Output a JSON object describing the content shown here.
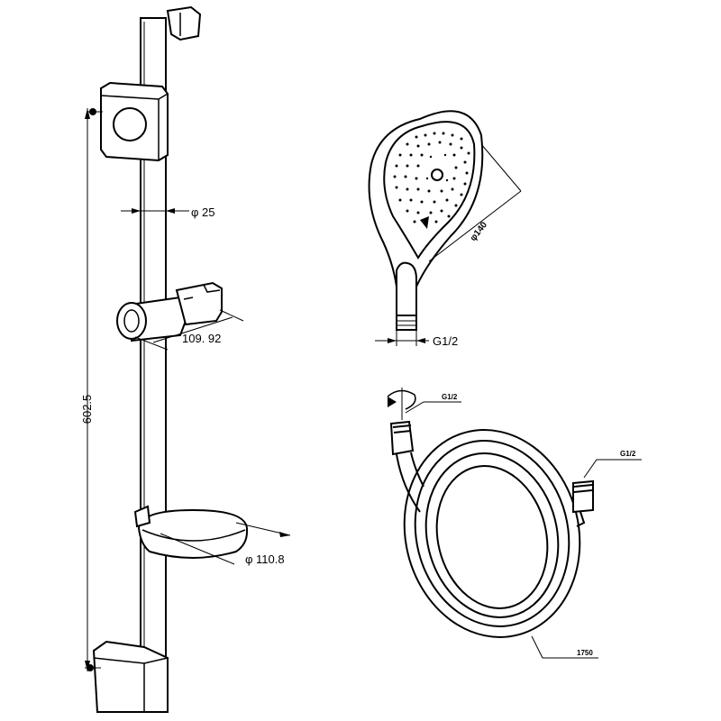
{
  "diagram": {
    "rail_set": {
      "height_label": "602.5",
      "rod_diameter_label": "φ 25",
      "holder_label": "109. 92",
      "soap_dish_label": "φ 110.8"
    },
    "hand_shower": {
      "diameter_label": "φ140",
      "thread_label": "G1/2"
    },
    "hose": {
      "thread_label_left": "G1/2",
      "thread_label_right": "G1/2",
      "length_label": "1750"
    }
  },
  "style": {
    "line_color": "#000000",
    "background": "#ffffff"
  }
}
